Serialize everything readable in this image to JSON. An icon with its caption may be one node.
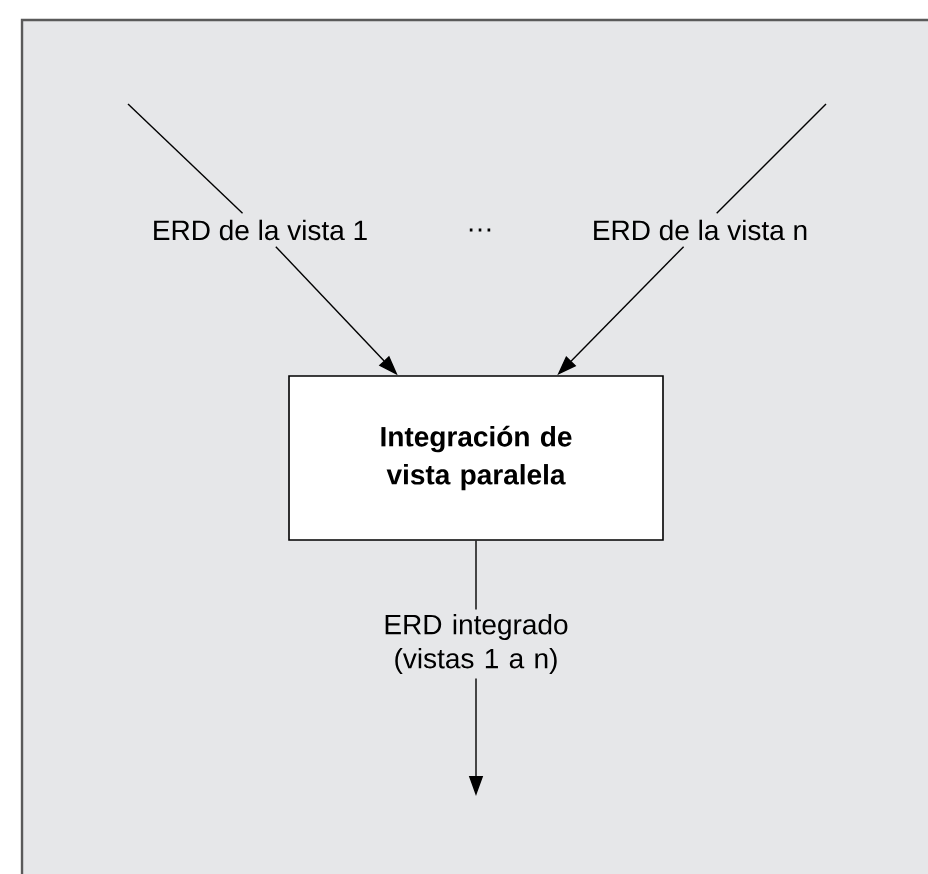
{
  "diagram": {
    "nodes": [
      {
        "text": [
          "ERD de la vista 1"
        ]
      },
      {
        "text": [
          "ERD de la vista n"
        ]
      },
      {
        "text": [
          "Integración de vista paralela"
        ]
      },
      {
        "text": [
          "ERD integrado (vistas 1 a n)"
        ]
      }
    ],
    "edges": [
      {
        "from": null,
        "to": 0,
        "arrow": "none"
      },
      {
        "from": 0,
        "to": 2,
        "arrow": "to"
      },
      {
        "from": null,
        "to": 1,
        "arrow": "none"
      },
      {
        "from": 1,
        "to": 2,
        "arrow": "to"
      },
      {
        "from": 2,
        "to": 3,
        "arrow": "none"
      },
      {
        "from": 3,
        "to": null,
        "arrow": "to"
      }
    ],
    "labels": [
      "…"
    ]
  }
}
